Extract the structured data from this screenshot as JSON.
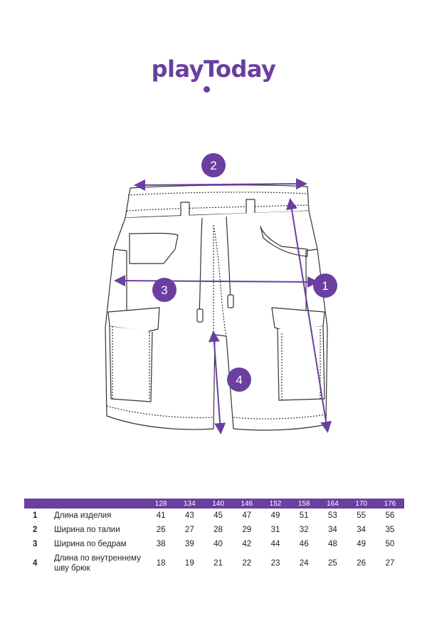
{
  "brand": {
    "logo_text": "playToday"
  },
  "measure_labels": [
    "1",
    "2",
    "3",
    "4"
  ],
  "table": {
    "sizes": [
      "128",
      "134",
      "140",
      "146",
      "152",
      "158",
      "164",
      "170",
      "176"
    ],
    "rows": [
      {
        "num": "1",
        "label": "Длина изделия",
        "values": [
          "41",
          "43",
          "45",
          "47",
          "49",
          "51",
          "53",
          "55",
          "56"
        ]
      },
      {
        "num": "2",
        "label": "Ширина по талии",
        "values": [
          "26",
          "27",
          "28",
          "29",
          "31",
          "32",
          "34",
          "34",
          "35"
        ]
      },
      {
        "num": "3",
        "label": "Ширина по бедрам",
        "values": [
          "38",
          "39",
          "40",
          "42",
          "44",
          "46",
          "48",
          "49",
          "50"
        ]
      },
      {
        "num": "4",
        "label": "Длина по внутреннему шву брюк",
        "values": [
          "18",
          "19",
          "21",
          "22",
          "23",
          "24",
          "25",
          "26",
          "27"
        ]
      }
    ]
  },
  "colors": {
    "accent": "#6a3fa0",
    "line": "#333333"
  }
}
